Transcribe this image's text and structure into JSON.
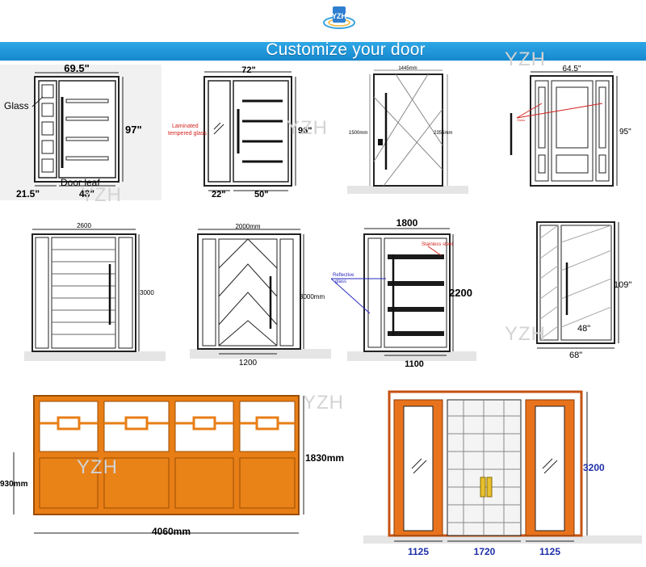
{
  "banner": {
    "title": "Customize your door",
    "logo": "YZH-logo"
  },
  "watermark": "YZH",
  "door1": {
    "width": "69.5\"",
    "height": "97\"",
    "glass": "Glass",
    "leaf": "Door leaf",
    "side": "21.5\"",
    "leaf_w": "48\""
  },
  "door2": {
    "width": "72\"",
    "height": "96\"",
    "glass_note_1": "Laminated",
    "glass_note_2": "tempered glass",
    "side": "22\"",
    "leaf_w": "50\""
  },
  "door3": {
    "width": "1445mm",
    "left_h": "1500mm",
    "height": "2355mm"
  },
  "door4": {
    "width": "64.5\"",
    "height": "95\"",
    "note": "Glass"
  },
  "door5": {
    "width": "2600",
    "height": "3000"
  },
  "door6": {
    "width": "2000mm",
    "height": "3000mm",
    "leaf_w": "1200"
  },
  "door7": {
    "width": "1800",
    "height": "2200",
    "leaf_w": "1100",
    "steel": "Stainless steel",
    "glass_1": "Reflective",
    "glass_2": "glass"
  },
  "door8": {
    "height": "109\"",
    "leaf_w": "48\"",
    "width": "68\""
  },
  "door9": {
    "height": "1830mm",
    "lower_h": "930mm",
    "width": "4060mm"
  },
  "door10": {
    "height": "3200",
    "side1": "1125",
    "center": "1720",
    "side2": "1125"
  }
}
